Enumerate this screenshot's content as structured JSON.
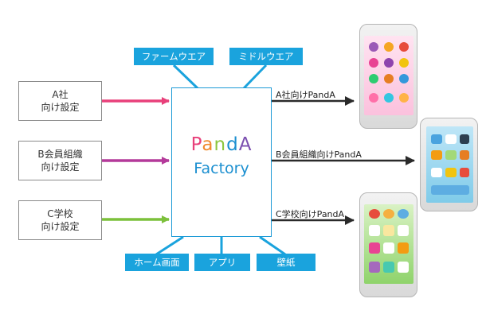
{
  "inputs": [
    {
      "line1": "A社",
      "line2": "向け設定"
    },
    {
      "line1": "B会員組織",
      "line2": "向け設定"
    },
    {
      "line1": "C学校",
      "line2": "向け設定"
    }
  ],
  "top_labels": [
    "ファームウエア",
    "ミドルウエア"
  ],
  "bottom_labels": [
    "ホーム画面",
    "アプリ",
    "壁紙"
  ],
  "factory": {
    "logo_p": "P",
    "logo_a": "a",
    "logo_n": "n",
    "logo_d": "d",
    "logo_A": "A",
    "logo_line2": "Factory"
  },
  "outputs": [
    "A社向けPandA",
    "B会員組織向けPandA",
    "C学校向けPandA"
  ],
  "colors": {
    "arrow_a": "#e8407a",
    "arrow_b": "#b43a9a",
    "arrow_c": "#7cc03b",
    "connector": "#1aa3dd",
    "output_arrow": "#2a2a2a"
  },
  "icons": [
    "phone-a-icon",
    "phone-b-icon",
    "phone-c-icon"
  ]
}
